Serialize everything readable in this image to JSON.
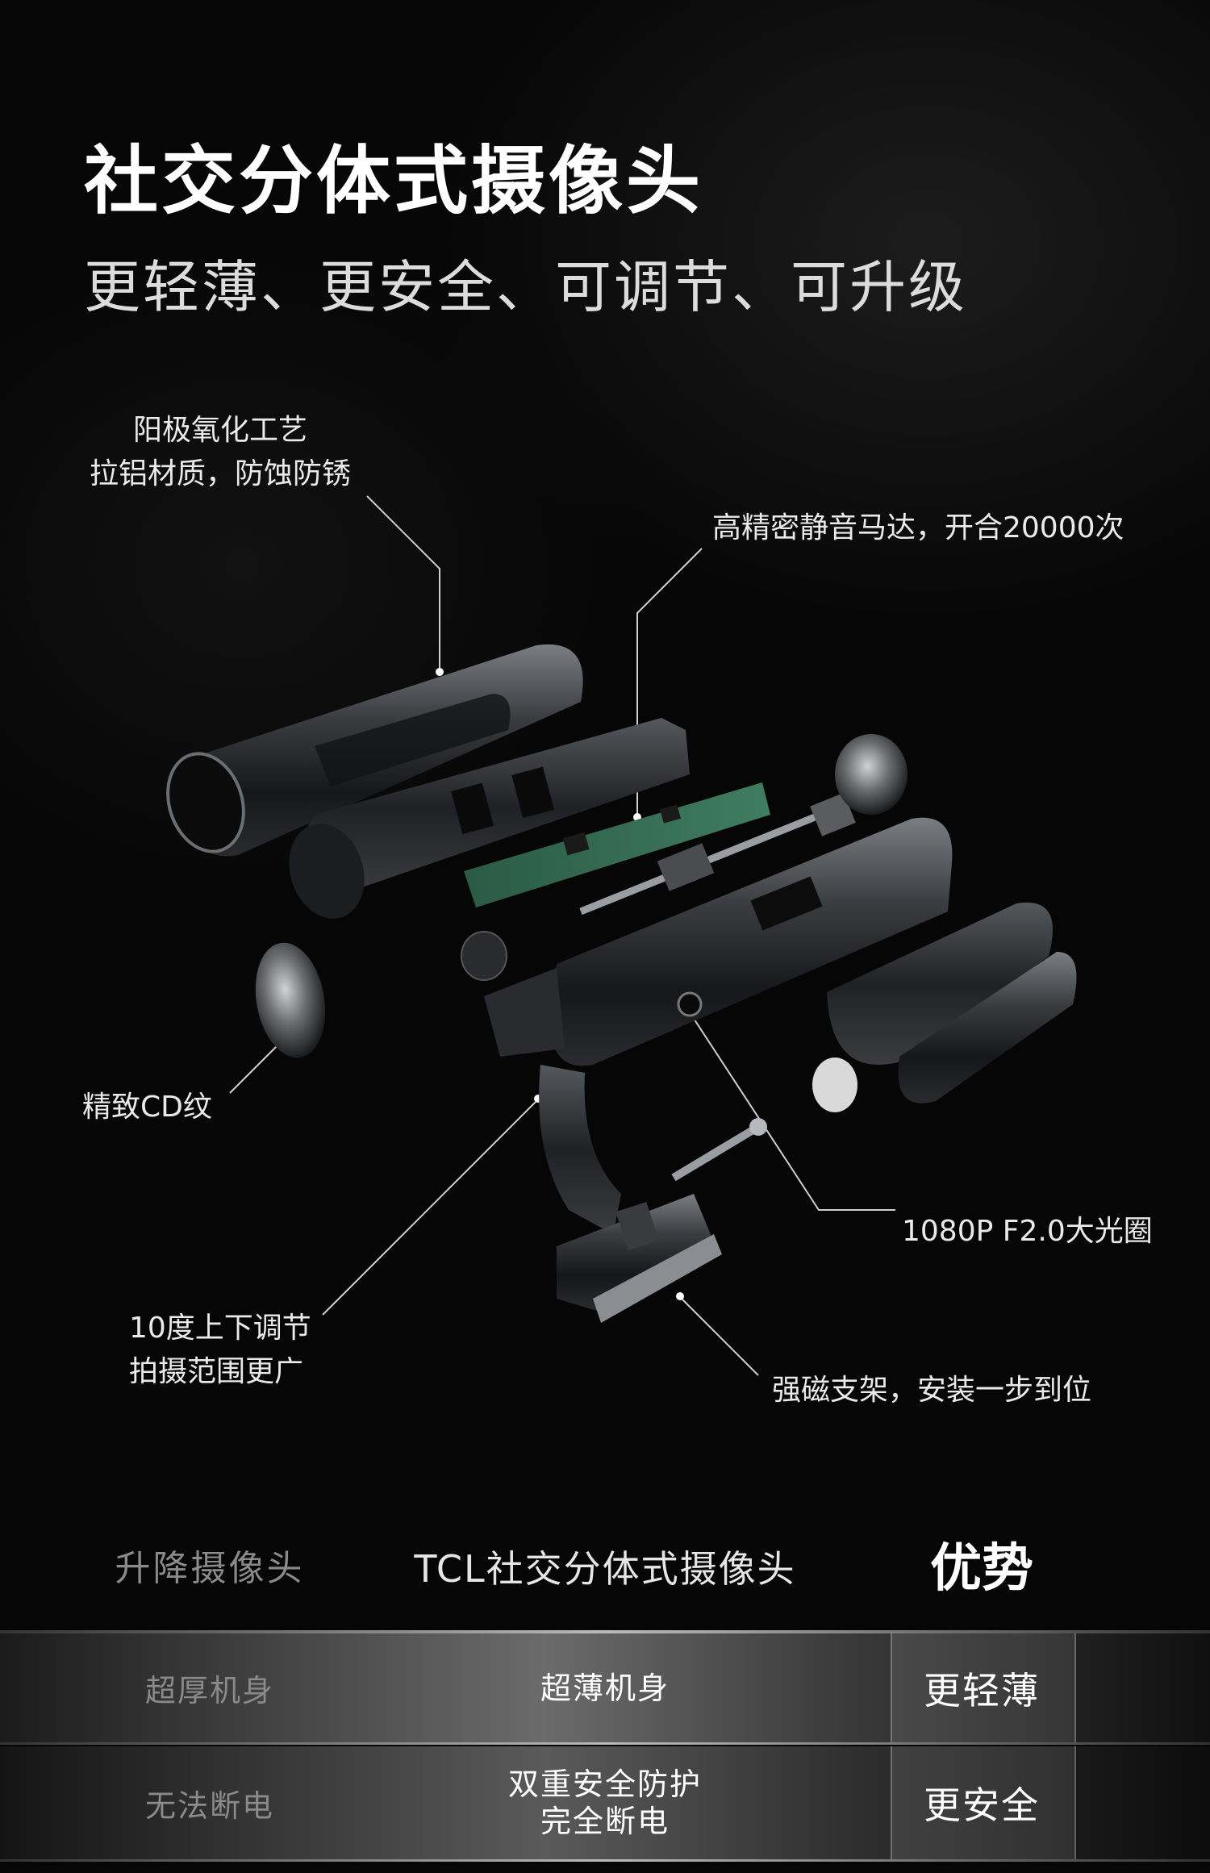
{
  "header": {
    "title": "社交分体式摄像头",
    "subtitle": "更轻薄、更安全、可调节、可升级"
  },
  "callouts": {
    "anodized_line1": "阳极氧化工艺",
    "anodized_line2": "拉铝材质，防蚀防锈",
    "motor": "高精密静音马达，开合20000次",
    "cd_texture": "精致CD纹",
    "aperture": "1080P F2.0大光圈",
    "tilt_line1": "10度上下调节",
    "tilt_line2": "拍摄范围更广",
    "mount": "强磁支架，安装一步到位"
  },
  "comparison": {
    "headers": {
      "left": "升降摄像头",
      "middle": "TCL社交分体式摄像头",
      "right": "优势"
    },
    "rows": [
      {
        "left": "超厚机身",
        "middle_line1": "超薄机身",
        "middle_line2": "",
        "right": "更轻薄"
      },
      {
        "left": "无法断电",
        "middle_line1": "双重安全防护",
        "middle_line2": "完全断电",
        "right": "更安全"
      }
    ]
  },
  "colors": {
    "background": "#060606",
    "text": "#ffffff",
    "muted": "#8a8a8a",
    "pcb_green": "#2f6b4f"
  }
}
